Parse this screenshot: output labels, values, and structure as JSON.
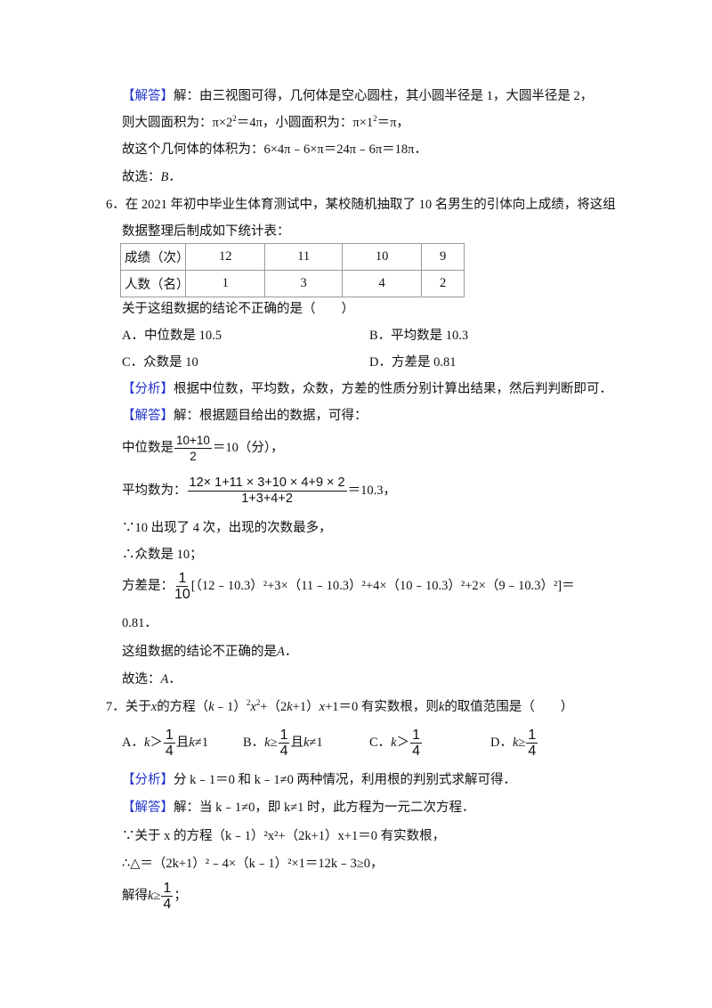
{
  "q5_solution": {
    "tag": "【解答】",
    "line1": "解：由三视图可得，几何体是空心圆柱，其小圆半径是 1，大圆半径是 2，",
    "line2_a": "则大圆面积为：π×2",
    "line2_sup1": "2",
    "line2_b": "＝4π，小圆面积为：π×1",
    "line2_sup2": "2",
    "line2_c": "＝π，",
    "line3": "故这个几何体的体积为：6×4π﹣6×π＝24π﹣6π＝18π．",
    "line4_prefix": "故选：",
    "line4_answer": "B",
    "line4_suffix": "．"
  },
  "q6": {
    "number": "6．",
    "stem_line1": "在 2021 年初中毕业生体育测试中，某校随机抽取了 10 名男生的引体向上成绩，将这组",
    "stem_line2": "数据整理后制成如下统计表：",
    "table": {
      "rows": [
        {
          "header": "成绩（次）",
          "cells": [
            "12",
            "11",
            "10",
            "9"
          ]
        },
        {
          "header": "人数（名）",
          "cells": [
            "1",
            "3",
            "4",
            "2"
          ]
        }
      ]
    },
    "question": "关于这组数据的结论不正确的是（　　）",
    "options": {
      "A": "A．中位数是 10.5",
      "B": "B．平均数是 10.3",
      "C": "C．众数是 10",
      "D": "D．方差是 0.81"
    },
    "analysis_tag": "【分析】",
    "analysis": "根据中位数，平均数，众数，方差的性质分别计算出结果，然后判判断即可．",
    "solution_tag": "【解答】",
    "solution_intro": "解：根据题目给出的数据，可得：",
    "median_prefix": "中位数是",
    "median_num": "10+10",
    "median_den": "2",
    "median_suffix": "＝10（分），",
    "mean_prefix": "平均数为：",
    "mean_num": "12× 1+11 × 3+10 × 4+9 × 2",
    "mean_den": "1+3+4+2",
    "mean_suffix": "＝10.3，",
    "mode_reason": "∵10 出现了 4 次，出现的次数最多，",
    "mode_result": "∴众数是 10；",
    "variance_prefix": "方差是：",
    "variance_num": "1",
    "variance_den": "10",
    "variance_body": "[（12﹣10.3）²+3×（11﹣10.3）²+4×（10﹣10.3）²+2×（9﹣10.3）²]＝",
    "variance_result": "0.81．",
    "conclusion_prefix": "这组数据的结论不正确的是",
    "conclusion_answer": "A",
    "conclusion_suffix": "．",
    "choose_prefix": "故选：",
    "choose_answer": "A",
    "choose_suffix": "．"
  },
  "q7": {
    "number": "7．",
    "stem_a": "关于",
    "stem_x": "x",
    "stem_b": "的方程（",
    "stem_k1": "k",
    "stem_c": "﹣1）",
    "stem_sup1": "2",
    "stem_x2": "x",
    "stem_sup2": "2",
    "stem_d": "+（2",
    "stem_k2": "k",
    "stem_e": "+1）",
    "stem_x3": "x",
    "stem_f": "+1＝0 有实数根，则",
    "stem_k3": "k",
    "stem_g": "的取值范围是（　　）",
    "options": {
      "A": {
        "label": "A．",
        "var": "k",
        "rel": "＞",
        "num": "1",
        "den": "4",
        "tail_a": "且",
        "tail_var": "k",
        "tail_b": "≠1"
      },
      "B": {
        "label": "B．",
        "var": "k",
        "rel": "≥",
        "num": "1",
        "den": "4",
        "tail_a": "且",
        "tail_var": "k",
        "tail_b": "≠1"
      },
      "C": {
        "label": "C．",
        "var": "k",
        "rel": "＞",
        "num": "1",
        "den": "4"
      },
      "D": {
        "label": "D．",
        "var": "k",
        "rel": "≥",
        "num": "1",
        "den": "4"
      }
    },
    "analysis_tag": "【分析】",
    "analysis": "分 k﹣1＝0 和 k﹣1≠0 两种情况，利用根的判别式求解可得．",
    "solution_tag": "【解答】",
    "solution_line1": "解：当 k﹣1≠0，即 k≠1 时，此方程为一元二次方程．",
    "solution_line2": "∵关于 x 的方程（k﹣1）²x²+（2k+1）x+1＝0 有实数根，",
    "solution_line3": "∴△＝（2k+1）²﹣4×（k﹣1）²×1＝12k﹣3≥0，",
    "solution_line4_prefix": "解得",
    "solution_line4_var": "k",
    "solution_line4_rel": "≥",
    "solution_line4_num": "1",
    "solution_line4_den": "4",
    "solution_line4_suffix": "；"
  },
  "colors": {
    "tag": "#2233cc",
    "text": "#111111",
    "table_border": "#999999"
  }
}
